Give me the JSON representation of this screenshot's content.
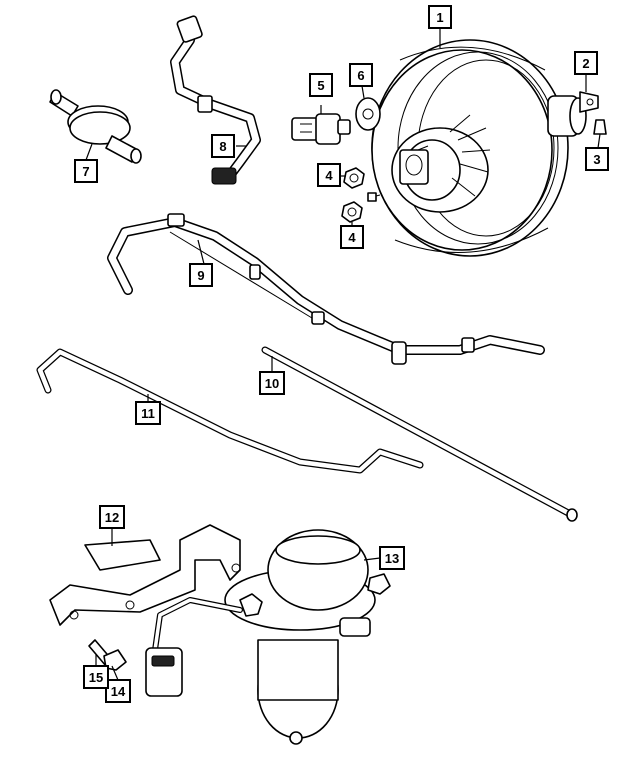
{
  "callouts": [
    {
      "id": "1",
      "label": "1"
    },
    {
      "id": "2",
      "label": "2"
    },
    {
      "id": "3",
      "label": "3"
    },
    {
      "id": "4a",
      "label": "4"
    },
    {
      "id": "4b",
      "label": "4"
    },
    {
      "id": "5",
      "label": "5"
    },
    {
      "id": "6",
      "label": "6"
    },
    {
      "id": "7",
      "label": "7"
    },
    {
      "id": "8",
      "label": "8"
    },
    {
      "id": "9",
      "label": "9"
    },
    {
      "id": "10",
      "label": "10"
    },
    {
      "id": "11",
      "label": "11"
    },
    {
      "id": "12",
      "label": "12"
    },
    {
      "id": "13",
      "label": "13"
    },
    {
      "id": "14",
      "label": "14"
    },
    {
      "id": "15",
      "label": "15"
    }
  ],
  "colors": {
    "line": "#000000",
    "background": "#ffffff"
  }
}
